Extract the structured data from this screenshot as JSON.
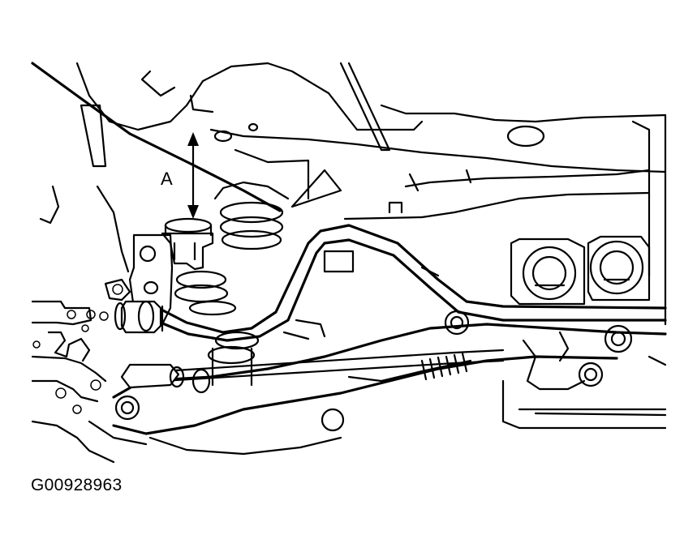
{
  "figure": {
    "dimension_label": "A",
    "figure_id": "G00928963"
  },
  "icons": [
    "suspension-arm-illustration",
    "dimension-arrow"
  ]
}
